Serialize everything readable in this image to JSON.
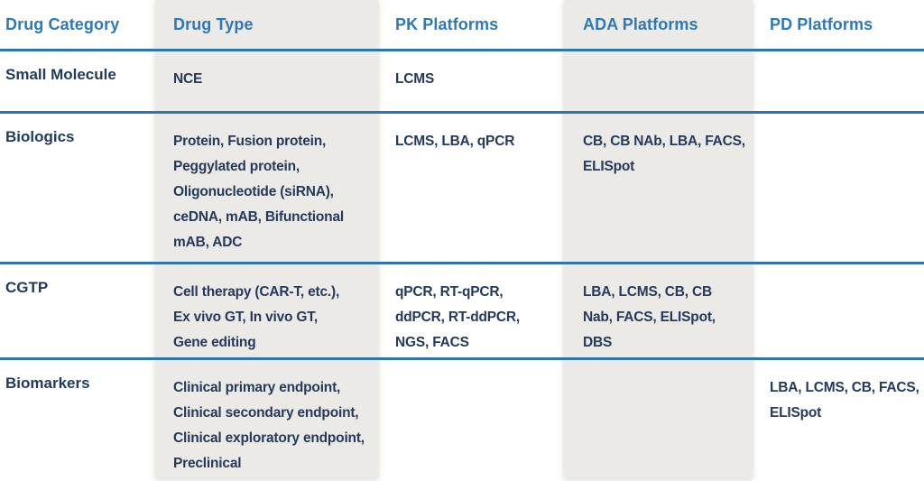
{
  "colors": {
    "header_blue": "#2e79b4",
    "divider_blue": "#2e74ad",
    "body_navy": "#24395c",
    "shaded_column_gray": "#eceae6"
  },
  "table": {
    "columns": [
      {
        "label": "Drug Category"
      },
      {
        "label": "Drug Type"
      },
      {
        "label": "PK Platforms"
      },
      {
        "label": "ADA Platforms"
      },
      {
        "label": "PD Platforms"
      }
    ],
    "rows": [
      {
        "category": "Small Molecule",
        "drug_type": "NCE",
        "pk_platforms": "LCMS",
        "ada_platforms": "",
        "pd_platforms": ""
      },
      {
        "category": "Biologics",
        "drug_type": "Protein, Fusion protein,\nPeggylated protein,\nOligonucleotide (siRNA),\nceDNA, mAB, Bifunctional\nmAB, ADC",
        "pk_platforms": "LCMS, LBA, qPCR",
        "ada_platforms": "CB, CB NAb, LBA, FACS,\nELISpot",
        "pd_platforms": ""
      },
      {
        "category": "CGTP",
        "drug_type": "Cell therapy (CAR-T, etc.),\nEx vivo GT, In vivo GT,\nGene editing",
        "pk_platforms": "qPCR, RT-qPCR,\nddPCR, RT-ddPCR,\nNGS, FACS",
        "ada_platforms": "LBA, LCMS, CB, CB\nNab, FACS, ELISpot,\nDBS",
        "pd_platforms": ""
      },
      {
        "category": "Biomarkers",
        "drug_type": "Clinical primary endpoint,\nClinical secondary endpoint,\nClinical exploratory endpoint,\nPreclinical",
        "pk_platforms": "",
        "ada_platforms": "",
        "pd_platforms": "LBA, LCMS, CB, FACS,\nELISpot"
      }
    ]
  }
}
